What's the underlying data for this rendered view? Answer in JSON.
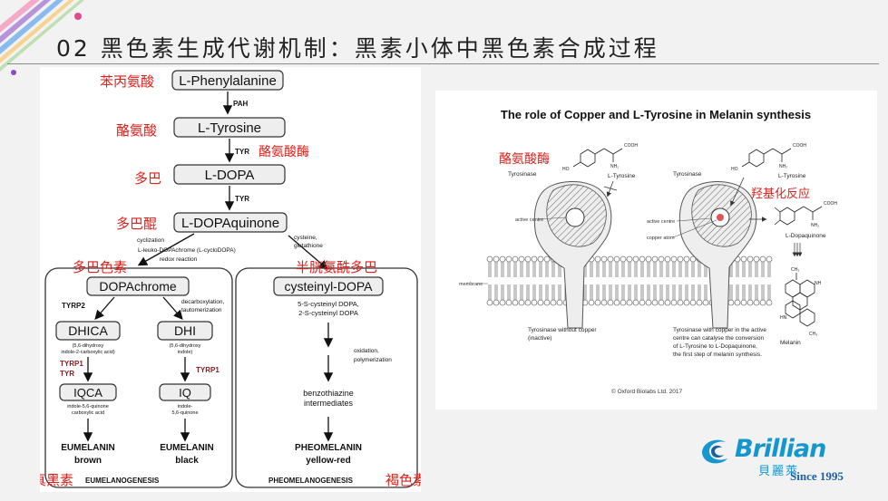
{
  "slide": {
    "title": "02 黑色素生成代谢机制：黑素小体中黑色素合成过程"
  },
  "pathway": {
    "nodes": {
      "phe": "L-Phenylalanine",
      "tyr": "L-Tyrosine",
      "dopa": "L-DOPA",
      "dopaquinone": "L-DOPAquinone",
      "dopachrome": "DOPAchrome",
      "cysteinyl_dopa": "cysteinyl-DOPA",
      "dhica": "DHICA",
      "dhi": "DHI",
      "iqca": "IQCA",
      "iq": "IQ"
    },
    "enzymes": {
      "pah": "PAH",
      "tyr1": "TYR",
      "tyr2": "TYR",
      "tyrp2": "TYRP2",
      "tyrp1_a": "TYRP1",
      "tyr_a": "TYR",
      "tyrp1_b": "TYRP1"
    },
    "notes": {
      "cyclization": "cyclization",
      "leuko": "L-leuko-DOPAchrome (L-cycloDOPA)",
      "redox": "redox reaction",
      "cysteine": "cysteine,",
      "glutathione": "glutathione",
      "decarb": "decarboxylation,",
      "tautomerization": "tautomerization",
      "dhica_full_1": "(5,6-dihydroxy",
      "dhica_full_2": "indole-2-carboxylic acid)",
      "dhi_full_1": "(5,6-dihydroxy",
      "dhi_full_2": "indole)",
      "iqca_full_1": "indole-5,6-quinone",
      "iqca_full_2": "carboxylic acid",
      "iq_full_1": "indole-",
      "iq_full_2": "5,6-quinone",
      "cys_isomers_1": "5-S-cysteinyl DOPA,",
      "cys_isomers_2": "2-S-cysteinyl DOPA",
      "oxidation": "oxidation,",
      "polymerization": "polymerization",
      "benzo_1": "benzothiazine",
      "benzo_2": "intermediates"
    },
    "products": {
      "eumelanin_brown_1": "EUMELANIN",
      "eumelanin_brown_2": "brown",
      "eumelanin_black_1": "EUMELANIN",
      "eumelanin_black_2": "black",
      "pheomelanin_1": "PHEOMELANIN",
      "pheomelanin_2": "yellow-red"
    },
    "group_labels": {
      "eumelanogenesis": "EUMELANOGENESIS",
      "pheomelanogenesis": "PHEOMELANOGENESIS"
    },
    "cn_labels": {
      "phe": "苯丙氨酸",
      "tyr": "酪氨酸",
      "tyrosinase": "酪氨酸酶",
      "dopa": "多巴",
      "dopaquinone": "多巴醌",
      "dopachrome": "多巴色素",
      "cysteinyl": "半胱氨酰多巴",
      "eumelanin": "真黑素",
      "pheomelanin": "褐色素"
    }
  },
  "copper_figure": {
    "title": "The role of Copper and L-Tyrosine in Melanin synthesis",
    "labels": {
      "tyrosinase_1": "Tyrosinase",
      "ltyrosine_1": "L-Tyrosine",
      "tyrosinase_2": "Tyrosinase",
      "ltyrosine_2": "L-Tyrosine",
      "active_centre_1": "active centre",
      "active_centre_2": "active centre",
      "copper_atom": "copper atom",
      "membrane": "membrane",
      "l_dopaquinone": "L-Dopaquinone",
      "melanin": "Melanin",
      "cooh": "COOH",
      "nh2": "NH₂",
      "ho": "HO",
      "ch3": "CH₃",
      "nh": "NH",
      "hn": "HN"
    },
    "captions": {
      "left_1": "Tyrosinase without copper",
      "left_2": "(inactive)",
      "right_1": "Tyrosinase with copper in the active",
      "right_2": "centre can catalyse the conversion",
      "right_3": "of L-Tyrosine to L-Dopaquinone,",
      "right_4": "the first step of melanin synthesis."
    },
    "copyright": "© Oxford Biolabs Ltd. 2017",
    "cn_labels": {
      "tyrosinase": "酪氨酸酶",
      "hydroxylation": "羟基化反应"
    }
  },
  "logo": {
    "name": "Brillian",
    "cn": "貝麗萊",
    "since": "Since 1995"
  },
  "colors": {
    "accent_red": "#e0201a",
    "logo_blue": "#1496cf",
    "deco": [
      "#f4a3c4",
      "#b18ad8",
      "#7fb6ee",
      "#f9c76b",
      "#9fd48c"
    ]
  }
}
